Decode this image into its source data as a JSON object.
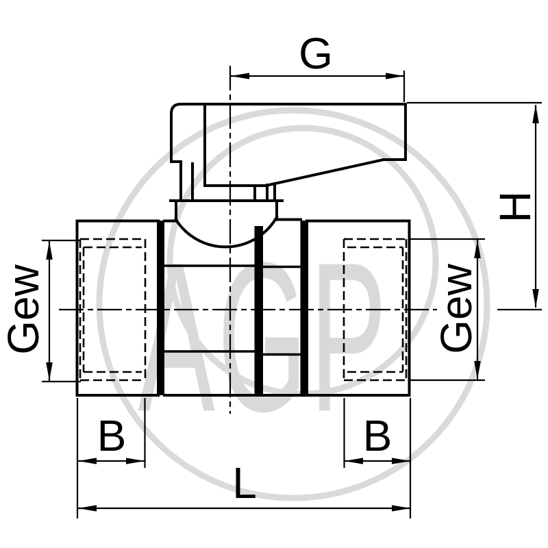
{
  "drawing": {
    "labels": {
      "g": "G",
      "h": "H",
      "gew_left": "Gew",
      "gew_right": "Gew",
      "b_left": "B",
      "b_right": "B",
      "l": "L"
    },
    "watermark": {
      "text": "AGP"
    },
    "colors": {
      "line": "#000000",
      "background": "#ffffff",
      "watermark": "#d9d9d9"
    }
  }
}
